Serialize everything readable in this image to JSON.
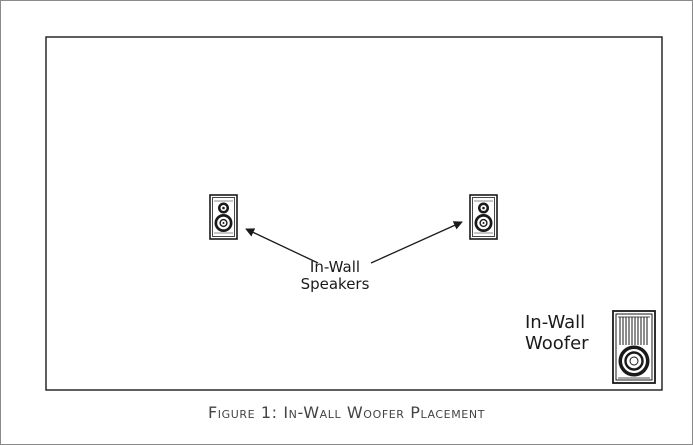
{
  "figure": {
    "caption": "Figure 1: In-Wall Woofer Placement"
  },
  "labels": {
    "speakers_line1": "In-Wall",
    "speakers_line2": "Speakers",
    "woofer_line1": "In-Wall",
    "woofer_line2": "Woofer"
  },
  "colors": {
    "ink": "#1a1a1a",
    "caption": "#444444",
    "outer_border": "#8a8a8a",
    "background": "#ffffff"
  },
  "icons": [
    "in-wall-speaker-icon",
    "in-wall-woofer-icon",
    "arrow"
  ]
}
